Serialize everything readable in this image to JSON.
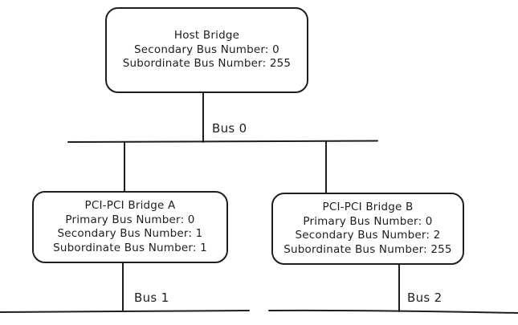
{
  "diagram": {
    "kind": "pci-bus-topology",
    "colors": {
      "stroke": "#1e1e1e",
      "background": "#ffffff"
    },
    "nodes": {
      "host_bridge": {
        "title": "Host Bridge",
        "line1": "Secondary Bus Number: 0",
        "line2": "Subordinate Bus Number: 255"
      },
      "bridge_a": {
        "title": "PCI-PCI Bridge A",
        "line1": "Primary Bus Number: 0",
        "line2": "Secondary Bus Number: 1",
        "line3": "Subordinate Bus Number: 1"
      },
      "bridge_b": {
        "title": "PCI-PCI Bridge B",
        "line1": "Primary Bus Number: 0",
        "line2": "Secondary Bus Number: 2",
        "line3": "Subordinate Bus Number: 255"
      }
    },
    "bus_labels": {
      "bus0": "Bus 0",
      "bus1": "Bus 1",
      "bus2": "Bus 2"
    }
  }
}
